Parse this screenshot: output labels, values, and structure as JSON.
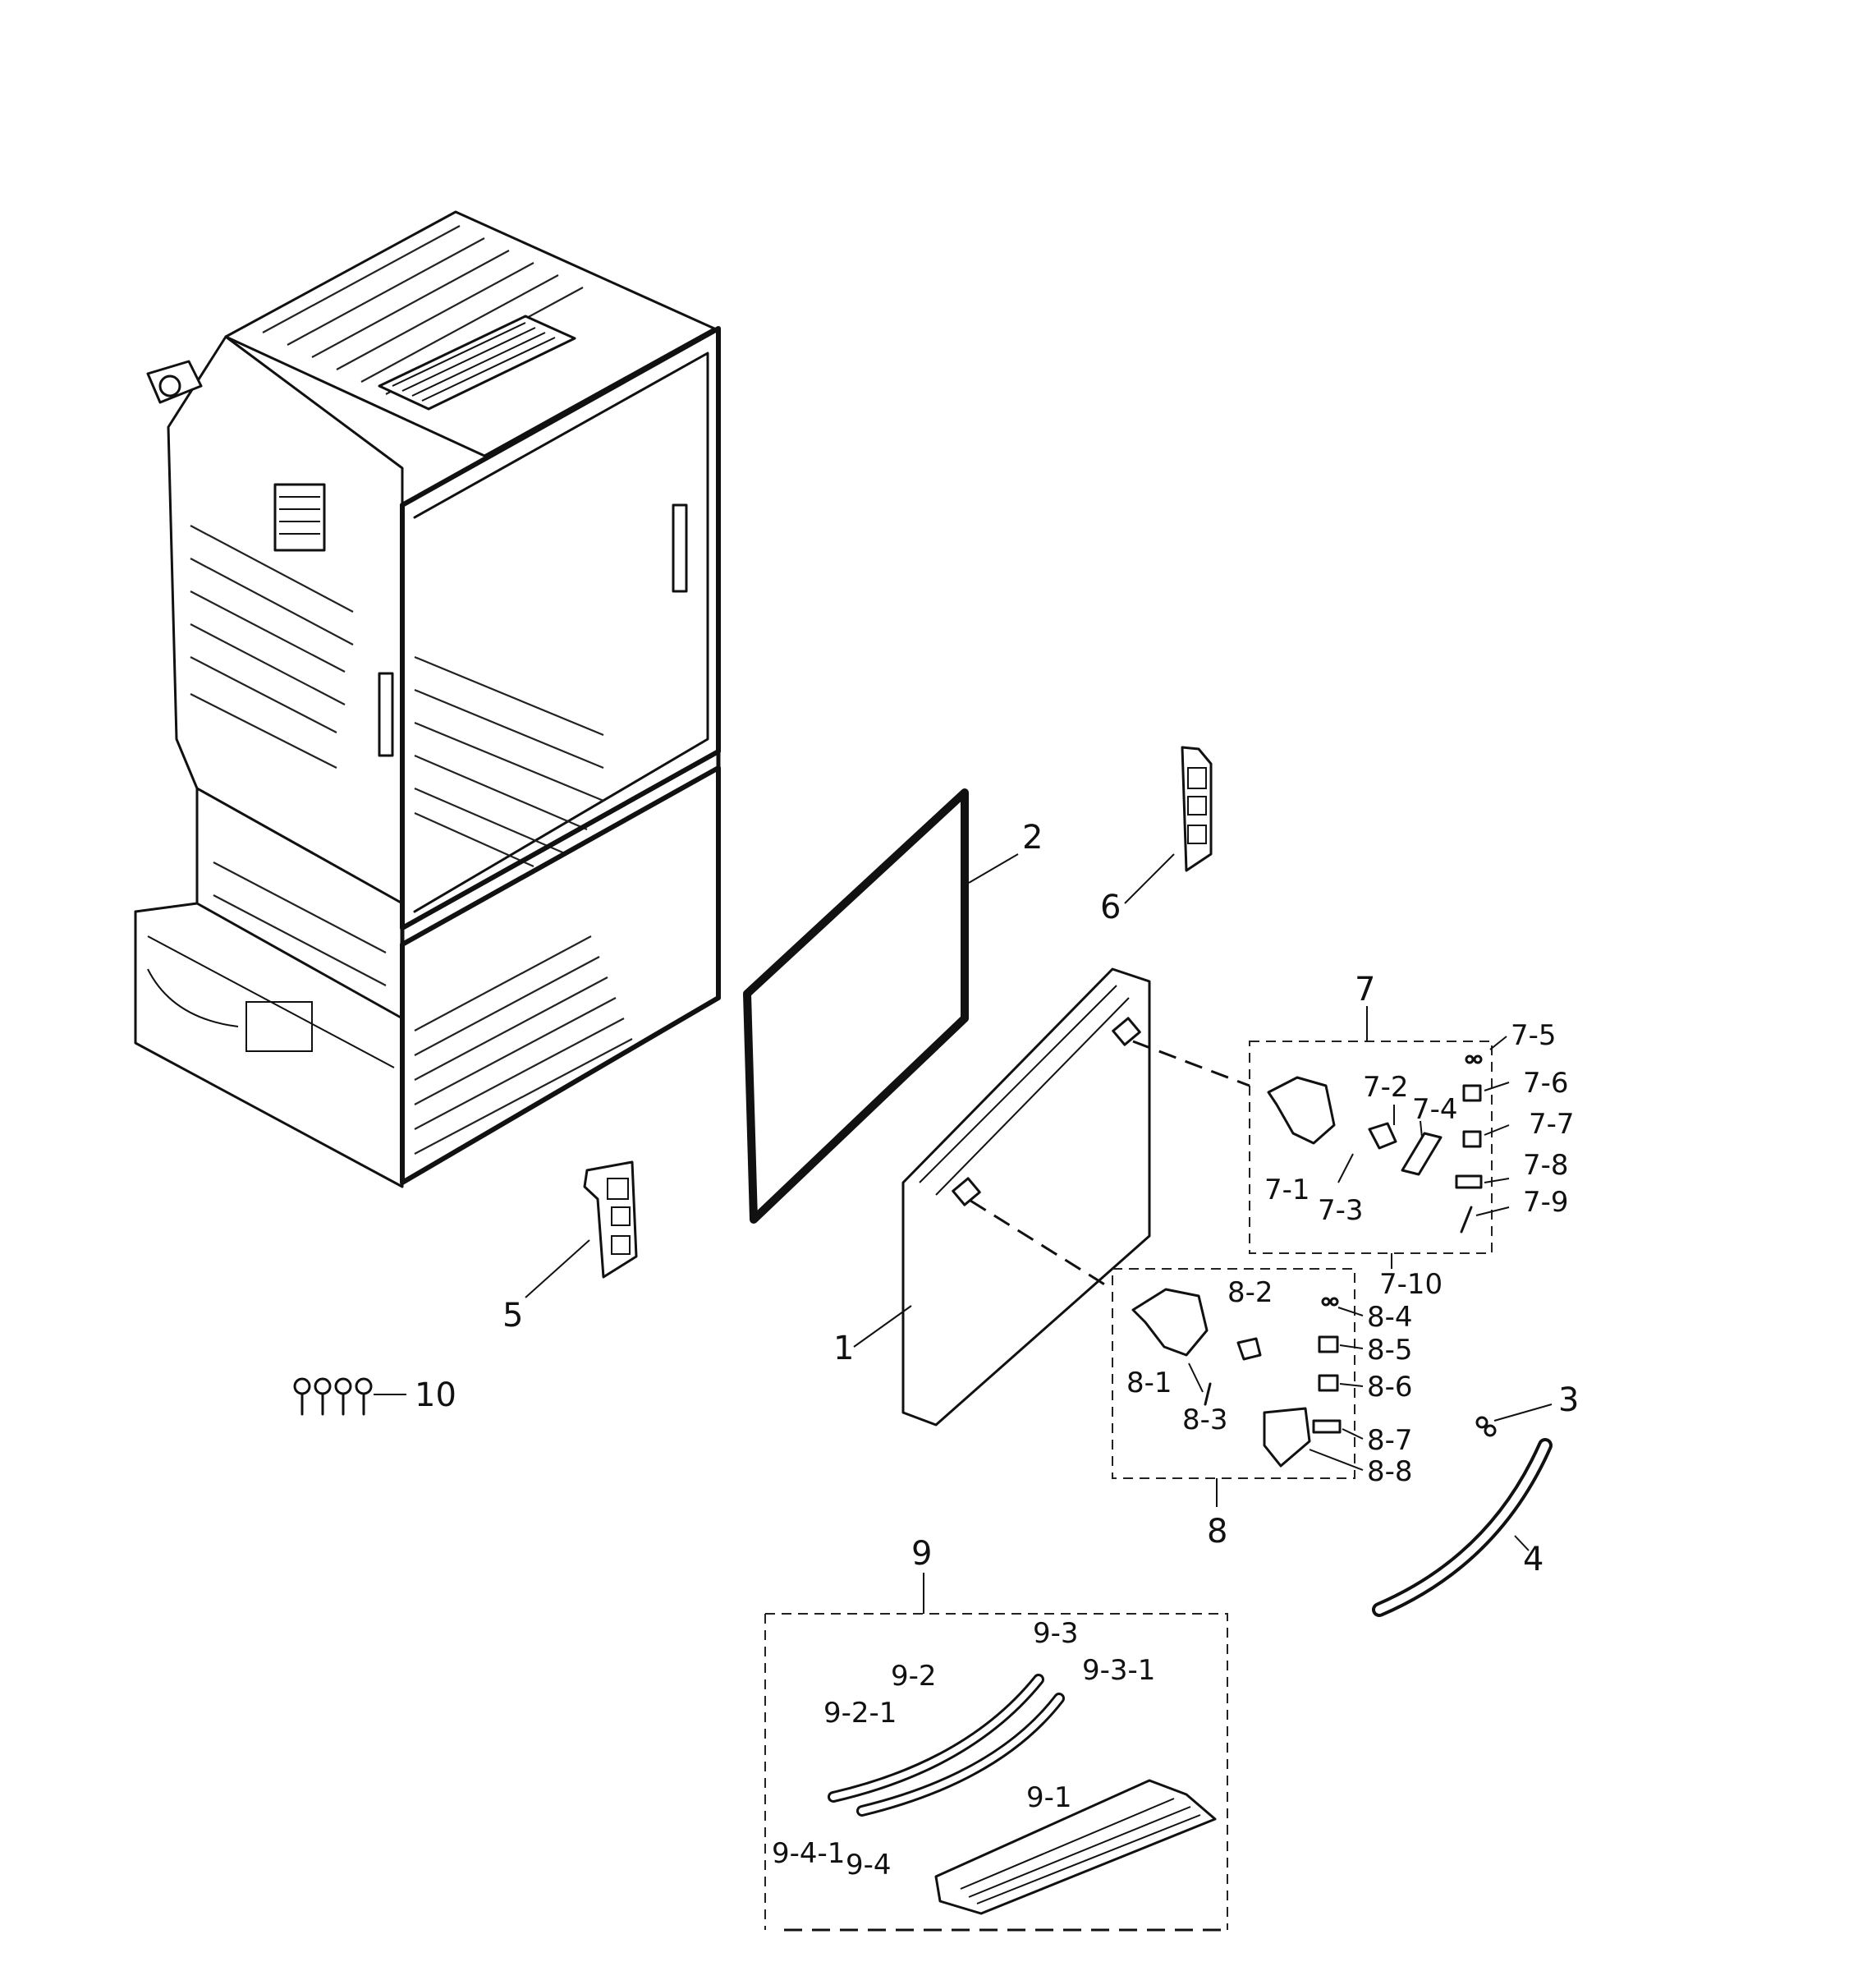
{
  "labels": {
    "p1": "1",
    "p2": "2",
    "p3": "3",
    "p4": "4",
    "p5": "5",
    "p6": "6",
    "p7": "7",
    "p8": "8",
    "p9": "9",
    "p10": "10",
    "p7_1": "7-1",
    "p7_2": "7-2",
    "p7_3": "7-3",
    "p7_4": "7-4",
    "p7_5": "7-5",
    "p7_6": "7-6",
    "p7_7": "7-7",
    "p7_8": "7-8",
    "p7_9": "7-9",
    "p7_10": "7-10",
    "p8_1": "8-1",
    "p8_2": "8-2",
    "p8_3": "8-3",
    "p8_4": "8-4",
    "p8_5": "8-5",
    "p8_6": "8-6",
    "p8_7": "8-7",
    "p8_8": "8-8",
    "p9_1": "9-1",
    "p9_2": "9-2",
    "p9_2_1": "9-2-1",
    "p9_3": "9-3",
    "p9_3_1": "9-3-1",
    "p9_4": "9-4",
    "p9_4_1": "9-4-1"
  }
}
